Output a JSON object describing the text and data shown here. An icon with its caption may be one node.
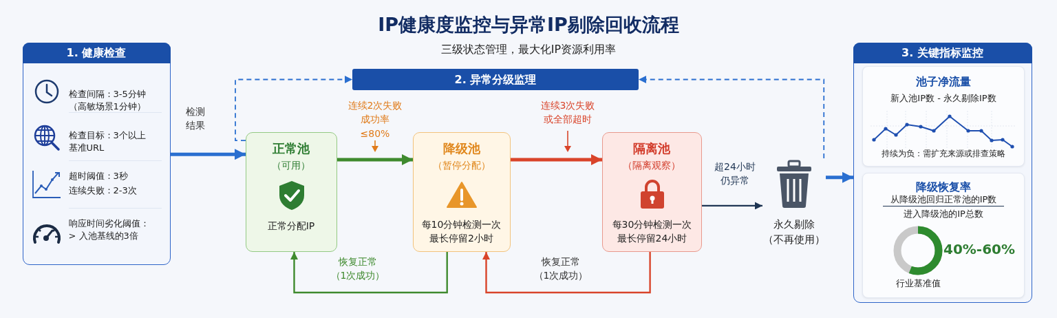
{
  "diagram": {
    "title": "IP健康度监控与异常IP剔除回收流程",
    "nodes": [
      {
        "text": [
          "1. 健康检查",
          "检查间隔：3-5分钟（高敏场景1分钟）",
          "检查目标：3个以上基准URL",
          "超时阈值：3秒",
          "连续失败：2-3次",
          "响应时间劣化阈值：> 入池基线的3倍"
        ]
      },
      {
        "text": [
          "2. 异常分级监理"
        ]
      },
      {
        "text": [
          "正常池",
          "（可用）",
          "正常分配IP"
        ]
      },
      {
        "text": [
          "降级池",
          "（暂停分配）",
          "每10分钟检测一次最长停留2小时"
        ]
      },
      {
        "text": [
          "隔离池",
          "（隔离观察）",
          "每30分钟检测一次最长停留24小时"
        ]
      },
      {
        "text": [
          "永久剔除",
          "（不再使用）"
        ]
      },
      {
        "text": [
          "3. 关键指标监控"
        ]
      },
      {
        "text": [
          "池子净流量",
          "新入池IP数 - 永久剔除IP数",
          "持续为负：需扩充来源或排查策略"
        ],
        "in": 6
      },
      {
        "text": [
          "降级恢复率",
          "从降级池回归正常池的IP数",
          "进入降级池的IP总数",
          "40%-60%",
          "行业基准值"
        ],
        "in": 6
      }
    ],
    "edges": [
      {
        "from": 0,
        "to": 2,
        "arrow": "to",
        "label": "检测结果",
        "style": "thick",
        "color": "#2a6fd0"
      },
      {
        "from": 2,
        "to": 1,
        "arrow": "to",
        "style": "dashed",
        "color": "#2a6fd0"
      },
      {
        "from": 5,
        "to": 1,
        "arrow": "to",
        "style": "dashed",
        "color": "#2a6fd0"
      },
      {
        "from": 2,
        "to": 3,
        "arrow": "to",
        "label": "连续2次失败成功率≤80%",
        "style": "thick",
        "color": "#3f8a2e"
      },
      {
        "from": 3,
        "to": 4,
        "arrow": "to",
        "label": "连续3次失败或全部超时",
        "style": "thick",
        "color": "#d9442a"
      },
      {
        "from": 4,
        "to": 5,
        "arrow": "to",
        "label": "超24小时仍异常",
        "color": "#1f3553"
      },
      {
        "from": 5,
        "to": 6,
        "arrow": "to",
        "style": "thick",
        "color": "#2a6fd0"
      },
      {
        "from": 3,
        "to": 2,
        "arrow": "to",
        "label": "恢复正常（1次成功）",
        "color": "#3f8a2e"
      },
      {
        "from": 4,
        "to": 3,
        "arrow": "to",
        "label": "恢复正常（1次成功）",
        "color": "#d9442a"
      }
    ],
    "labels": [
      "三级状态管理，最大化IP资源利用率"
    ]
  }
}
